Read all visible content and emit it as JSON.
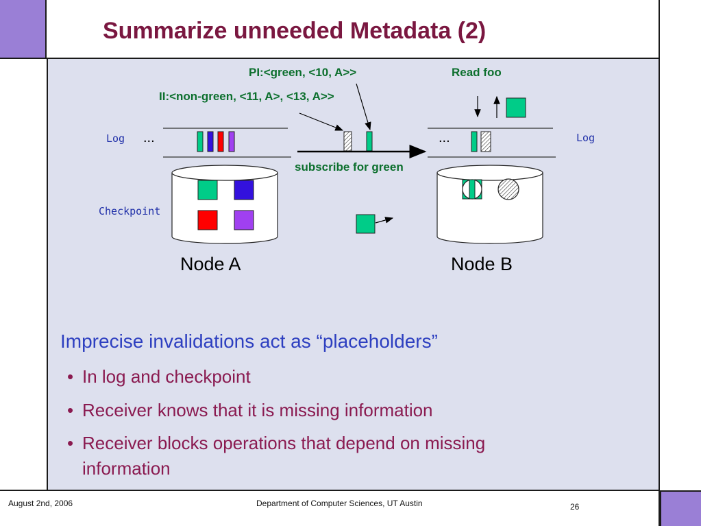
{
  "slide": {
    "title": "Summarize unneeded Metadata (2)"
  },
  "diagram": {
    "pi_label": "PI:<green, <10, A>>",
    "ii_label": "II:<non-green, <11, A>, <13, A>>",
    "read_label": "Read foo",
    "subscribe_label": "subscribe for green",
    "log_left": "Log",
    "log_right": "Log",
    "checkpoint_label": "Checkpoint",
    "ellipsis": "...",
    "node_a": "Node A",
    "node_b": "Node B"
  },
  "body": {
    "heading": "Imprecise invalidations act as “placeholders”",
    "bullets": [
      "In log and checkpoint",
      "Receiver knows that it is missing information",
      "Receiver blocks operations that depend on missing",
      "information"
    ],
    "bullet_symbol": "•"
  },
  "footer": {
    "date": "August 2nd, 2006",
    "dept": "Department of Computer Sciences, UT Austin",
    "page": "26"
  },
  "colors": {
    "green": "#00cc88",
    "blue": "#3311dd",
    "red": "#ff0000",
    "purple": "#a040f0",
    "title": "#7a1740",
    "panel": "#dde0ee"
  }
}
